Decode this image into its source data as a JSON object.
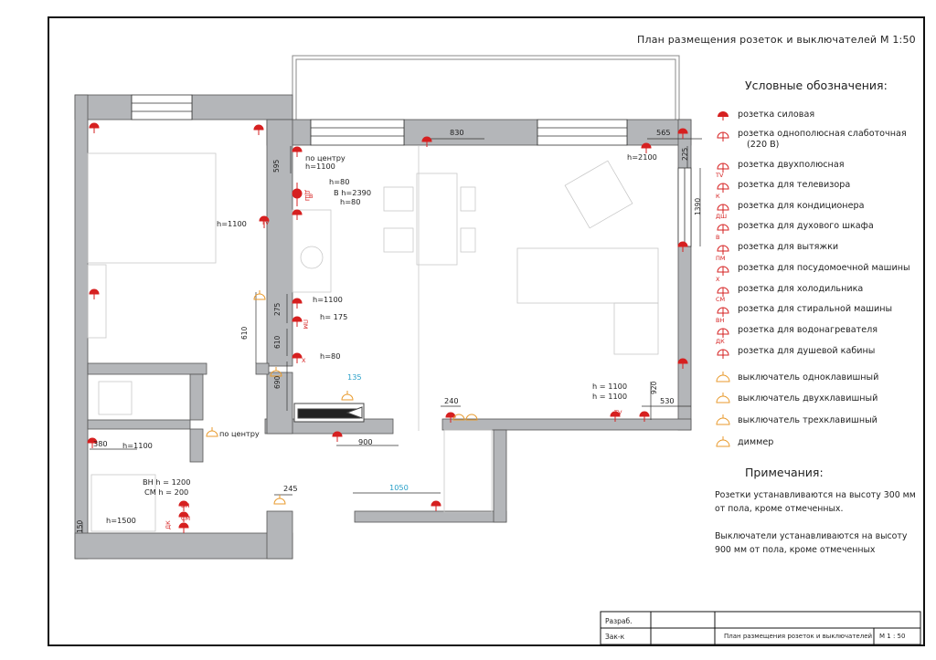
{
  "sheet_title": "План размещения розеток и выключателей М 1:50",
  "legend": {
    "title": "Условные обозначения:",
    "items": [
      {
        "label": "розетка силовая",
        "tag": "",
        "color": "#d62020"
      },
      {
        "label": "розетка однополюсная слаботочная",
        "label2": "(220 В)",
        "tag": "",
        "color": "#d62020"
      },
      {
        "label": "розетка двухполюсная",
        "tag": "",
        "color": "#d62020"
      },
      {
        "label": "розетка для телевизора",
        "tag": "TV",
        "color": "#d62020"
      },
      {
        "label": "розетка для кондиционера",
        "tag": "К",
        "color": "#d62020"
      },
      {
        "label": "розетка для духового шкафа",
        "tag": "ДШ",
        "color": "#d62020"
      },
      {
        "label": "розетка для вытяжки",
        "tag": "В",
        "color": "#d62020"
      },
      {
        "label": "розетка для посудомоечной машины",
        "tag": "ПМ",
        "color": "#d62020"
      },
      {
        "label": "розетка для холодильника",
        "tag": "Х",
        "color": "#d62020"
      },
      {
        "label": "розетка для стиральной машины",
        "tag": "СМ",
        "color": "#d62020"
      },
      {
        "label": "розетка для водонагревателя",
        "tag": "ВН",
        "color": "#d62020"
      },
      {
        "label": "розетка для душевой кабины",
        "tag": "ДК",
        "color": "#d62020"
      },
      {
        "label": "выключатель одноклавишный",
        "tag": "",
        "color": "#e89a2c"
      },
      {
        "label": "выключатель двухклавишный",
        "tag": "",
        "color": "#e89a2c"
      },
      {
        "label": "выключатель трехклавишный",
        "tag": "",
        "color": "#e89a2c"
      },
      {
        "label": "диммер",
        "tag": "",
        "color": "#e89a2c"
      }
    ]
  },
  "notes": {
    "title": "Примечания:",
    "items": [
      "Розетки устанавливаются на высоту 300 мм от пола, кроме отмеченных.",
      "Выключатели устанавливаются на высоту 900 мм от пола, кроме отмеченных"
    ]
  },
  "title_block": {
    "row1_label": "Разраб.",
    "row2_label": "Зак-к",
    "description": "План размещения розеток и выключателей",
    "scale": "М 1 : 50"
  },
  "plan_labels": {
    "d830": "830",
    "d565": "565",
    "d595": "595",
    "d225": "225",
    "d1390": "1390",
    "center1": "по центру",
    "h1100a": "h=1100",
    "h2100": "h=2100",
    "h80a": "h=80",
    "b2390": "В h=2390",
    "h80b": "h=80",
    "h1100bed": "h=1100",
    "h1100k": "h=1100",
    "h175": "h= 175",
    "h80c": "h=80",
    "d275": "275",
    "d610a": "610",
    "d610b": "610",
    "d690": "690",
    "d135": "135",
    "h1100r1": "h = 1100",
    "h1100r2": "h = 1100",
    "d920": "920",
    "d530": "530",
    "d240": "240",
    "d380": "380",
    "h1100bath": "h=1100",
    "center2": "по центру",
    "d900": "900",
    "vn": "ВН h = 1200",
    "sm": "СМ h = 200",
    "h1500": "h=1500",
    "d150": "150",
    "d245": "245",
    "d1050": "1050",
    "tag_tv1": "TV",
    "tag_tv2": "TV",
    "tag_b": "В",
    "tag_dsh": "ДШ",
    "tag_pm": "ПМ",
    "tag_x": "Х",
    "tag_vn": "ВН",
    "tag_sm": "СМ",
    "tag_dk": "ДК"
  },
  "colors": {
    "socket": "#d62020",
    "switch": "#e89a2c",
    "wall": "#b4b6b9",
    "dim_blue": "#2aa0c8"
  }
}
